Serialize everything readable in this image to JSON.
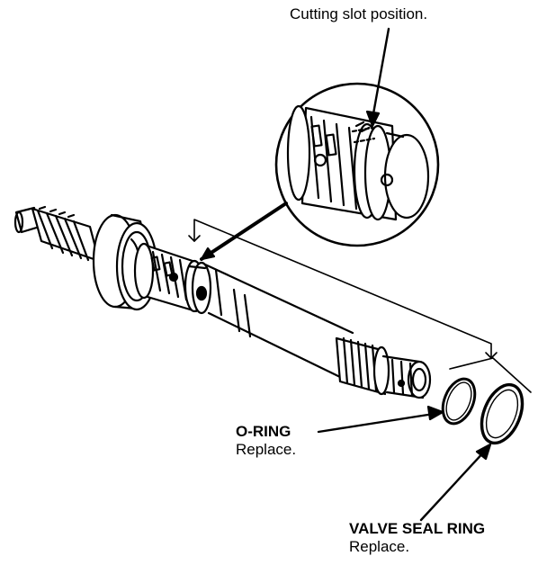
{
  "labels": {
    "cutting_slot": "Cutting slot position.",
    "o_ring_title": "O-RING",
    "o_ring_note": "Replace.",
    "valve_seal_title": "VALVE SEAL RING",
    "valve_seal_note": "Replace."
  },
  "colors": {
    "ink": "#000000",
    "paper": "#ffffff"
  }
}
